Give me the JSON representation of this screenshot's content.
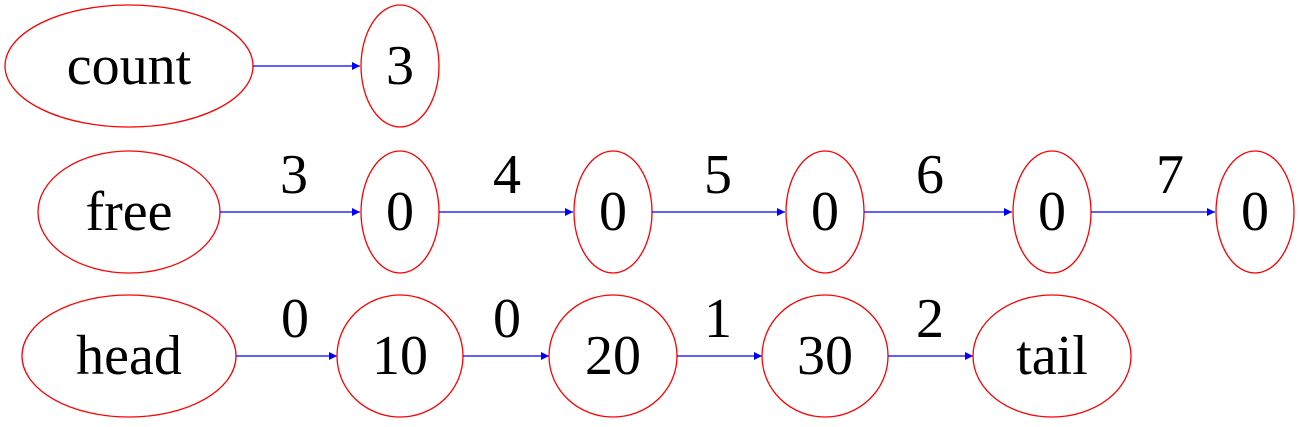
{
  "colors": {
    "node_border": "#ff0000",
    "edge": "#0000ff",
    "text": "#000000",
    "background": "#ffffff"
  },
  "rows": [
    {
      "nodes": [
        "count",
        "3"
      ],
      "edge_labels": [
        ""
      ]
    },
    {
      "nodes": [
        "free",
        "0",
        "0",
        "0",
        "0",
        "0"
      ],
      "edge_labels": [
        "3",
        "4",
        "5",
        "6",
        "7"
      ]
    },
    {
      "nodes": [
        "head",
        "10",
        "20",
        "30",
        "tail"
      ],
      "edge_labels": [
        "0",
        "0",
        "1",
        "2"
      ]
    }
  ]
}
